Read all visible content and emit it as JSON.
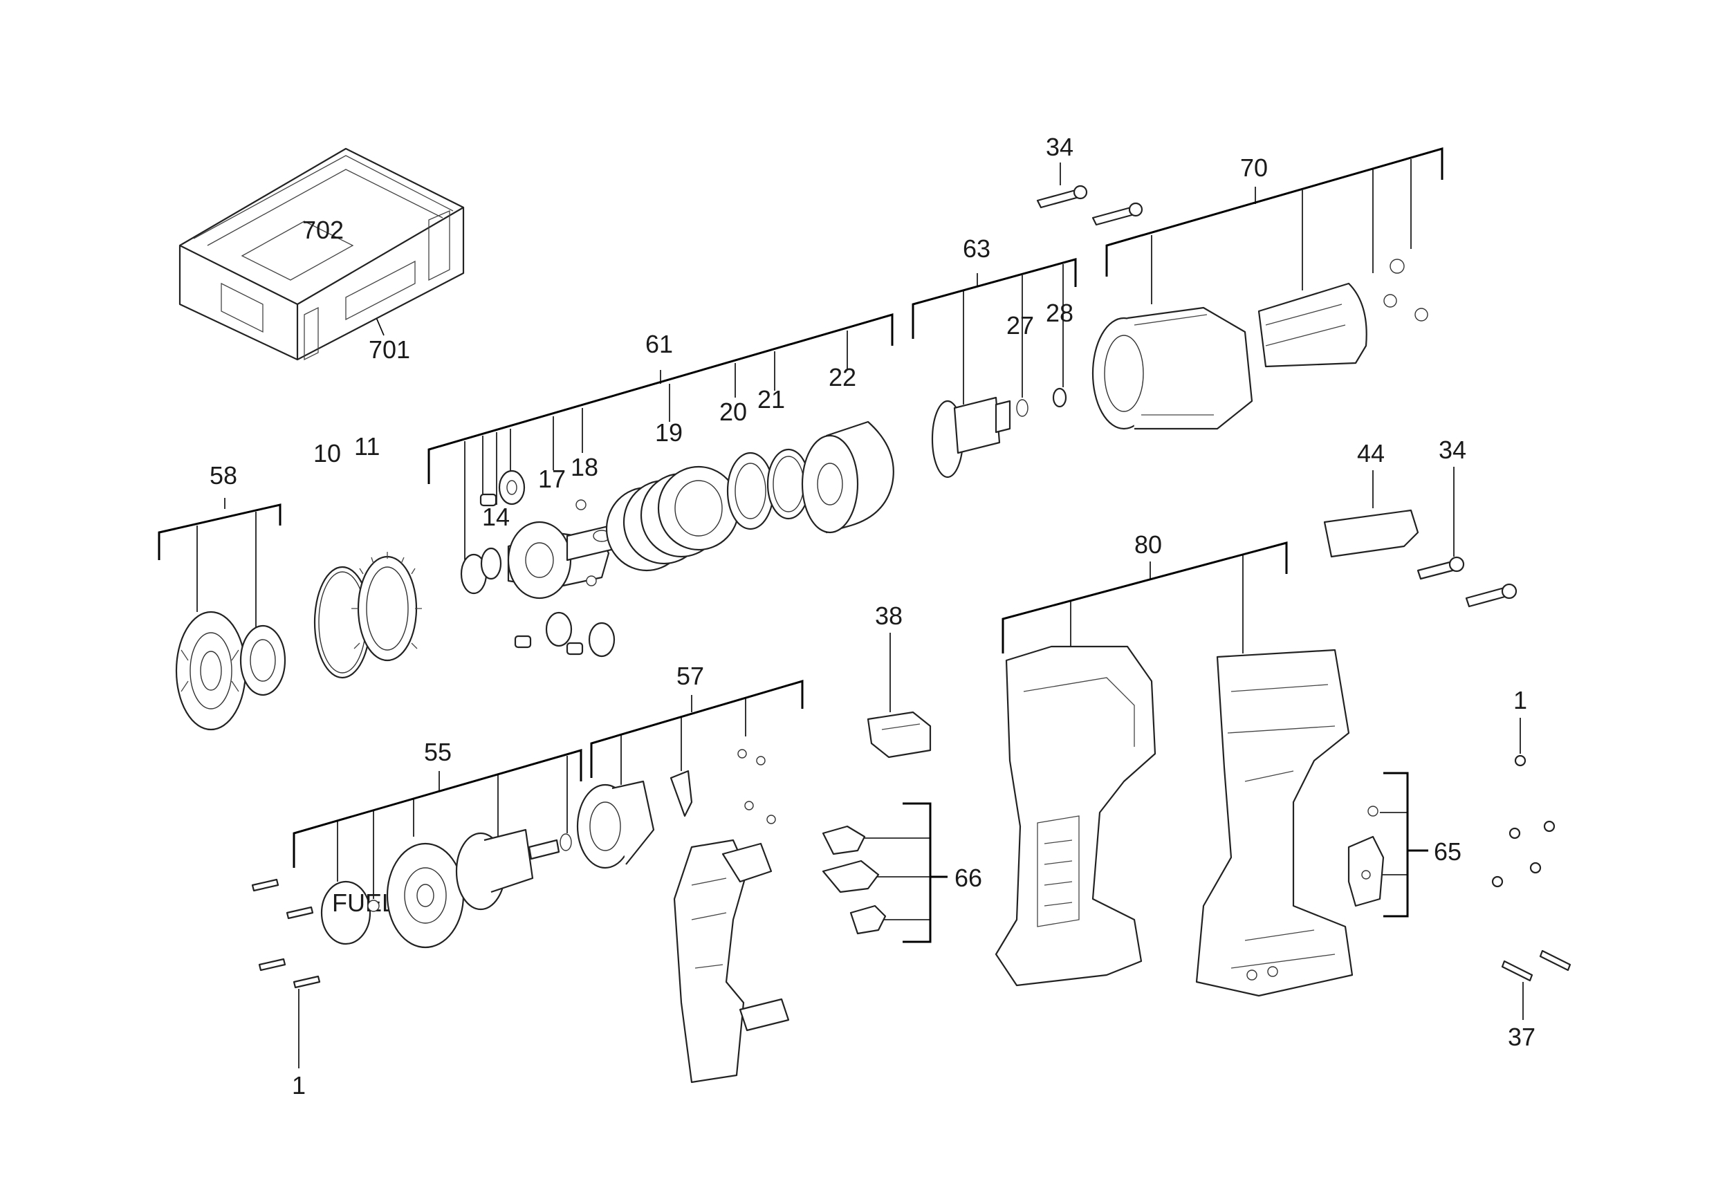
{
  "diagram": {
    "callouts": {
      "c1_left": "1",
      "c1_right": "1",
      "c10": "10",
      "c11": "11",
      "c14": "14",
      "c17": "17",
      "c18": "18",
      "c19": "19",
      "c20": "20",
      "c21": "21",
      "c22": "22",
      "c27": "27",
      "c28": "28",
      "c34_top": "34",
      "c34_right": "34",
      "c37": "37",
      "c38": "38",
      "c44": "44",
      "c55": "55",
      "c57": "57",
      "c58": "58",
      "c61": "61",
      "c63": "63",
      "c65": "65",
      "c66": "66",
      "c70": "70",
      "c80": "80",
      "c701": "701",
      "c702": "702"
    },
    "badge_text": "FUEL"
  }
}
